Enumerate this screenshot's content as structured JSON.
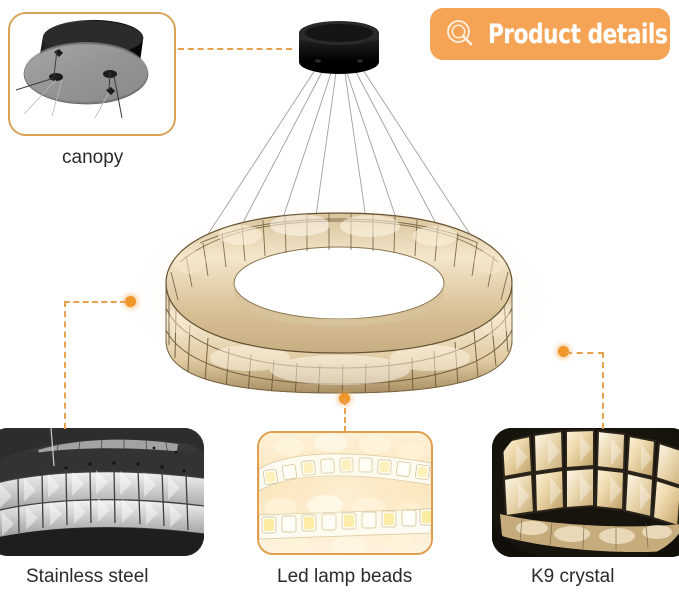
{
  "banner": {
    "label": "Product details",
    "icon": "search-icon",
    "background_color": "#F5A455",
    "text_color": "#FFFFFF"
  },
  "accent_color": "#E8A14E",
  "dot_color": "#F0962B",
  "caption_color": "#2B2B2B",
  "product": {
    "name": "crystal ring pendant chandelier",
    "canopy_color": "#121212",
    "ring_crystal_color": "#E7D4AE",
    "cable_color": "#9A9A9A",
    "cable_count": 8
  },
  "callouts": [
    {
      "id": "canopy",
      "label": "canopy",
      "frame": "bordered-orange",
      "image": "canopy-ceiling-plate-photo"
    },
    {
      "id": "stainless-steel",
      "label": "Stainless steel",
      "frame": "rounded-dark",
      "image": "stainless-steel-frame-closeup-photo"
    },
    {
      "id": "led-lamp-beads",
      "label": "Led lamp beads",
      "frame": "bordered-orange",
      "image": "led-strip-beads-photo"
    },
    {
      "id": "k9-crystal",
      "label": "K9 crystal",
      "frame": "rounded-dark",
      "image": "k9-crystal-blocks-closeup-photo"
    }
  ]
}
